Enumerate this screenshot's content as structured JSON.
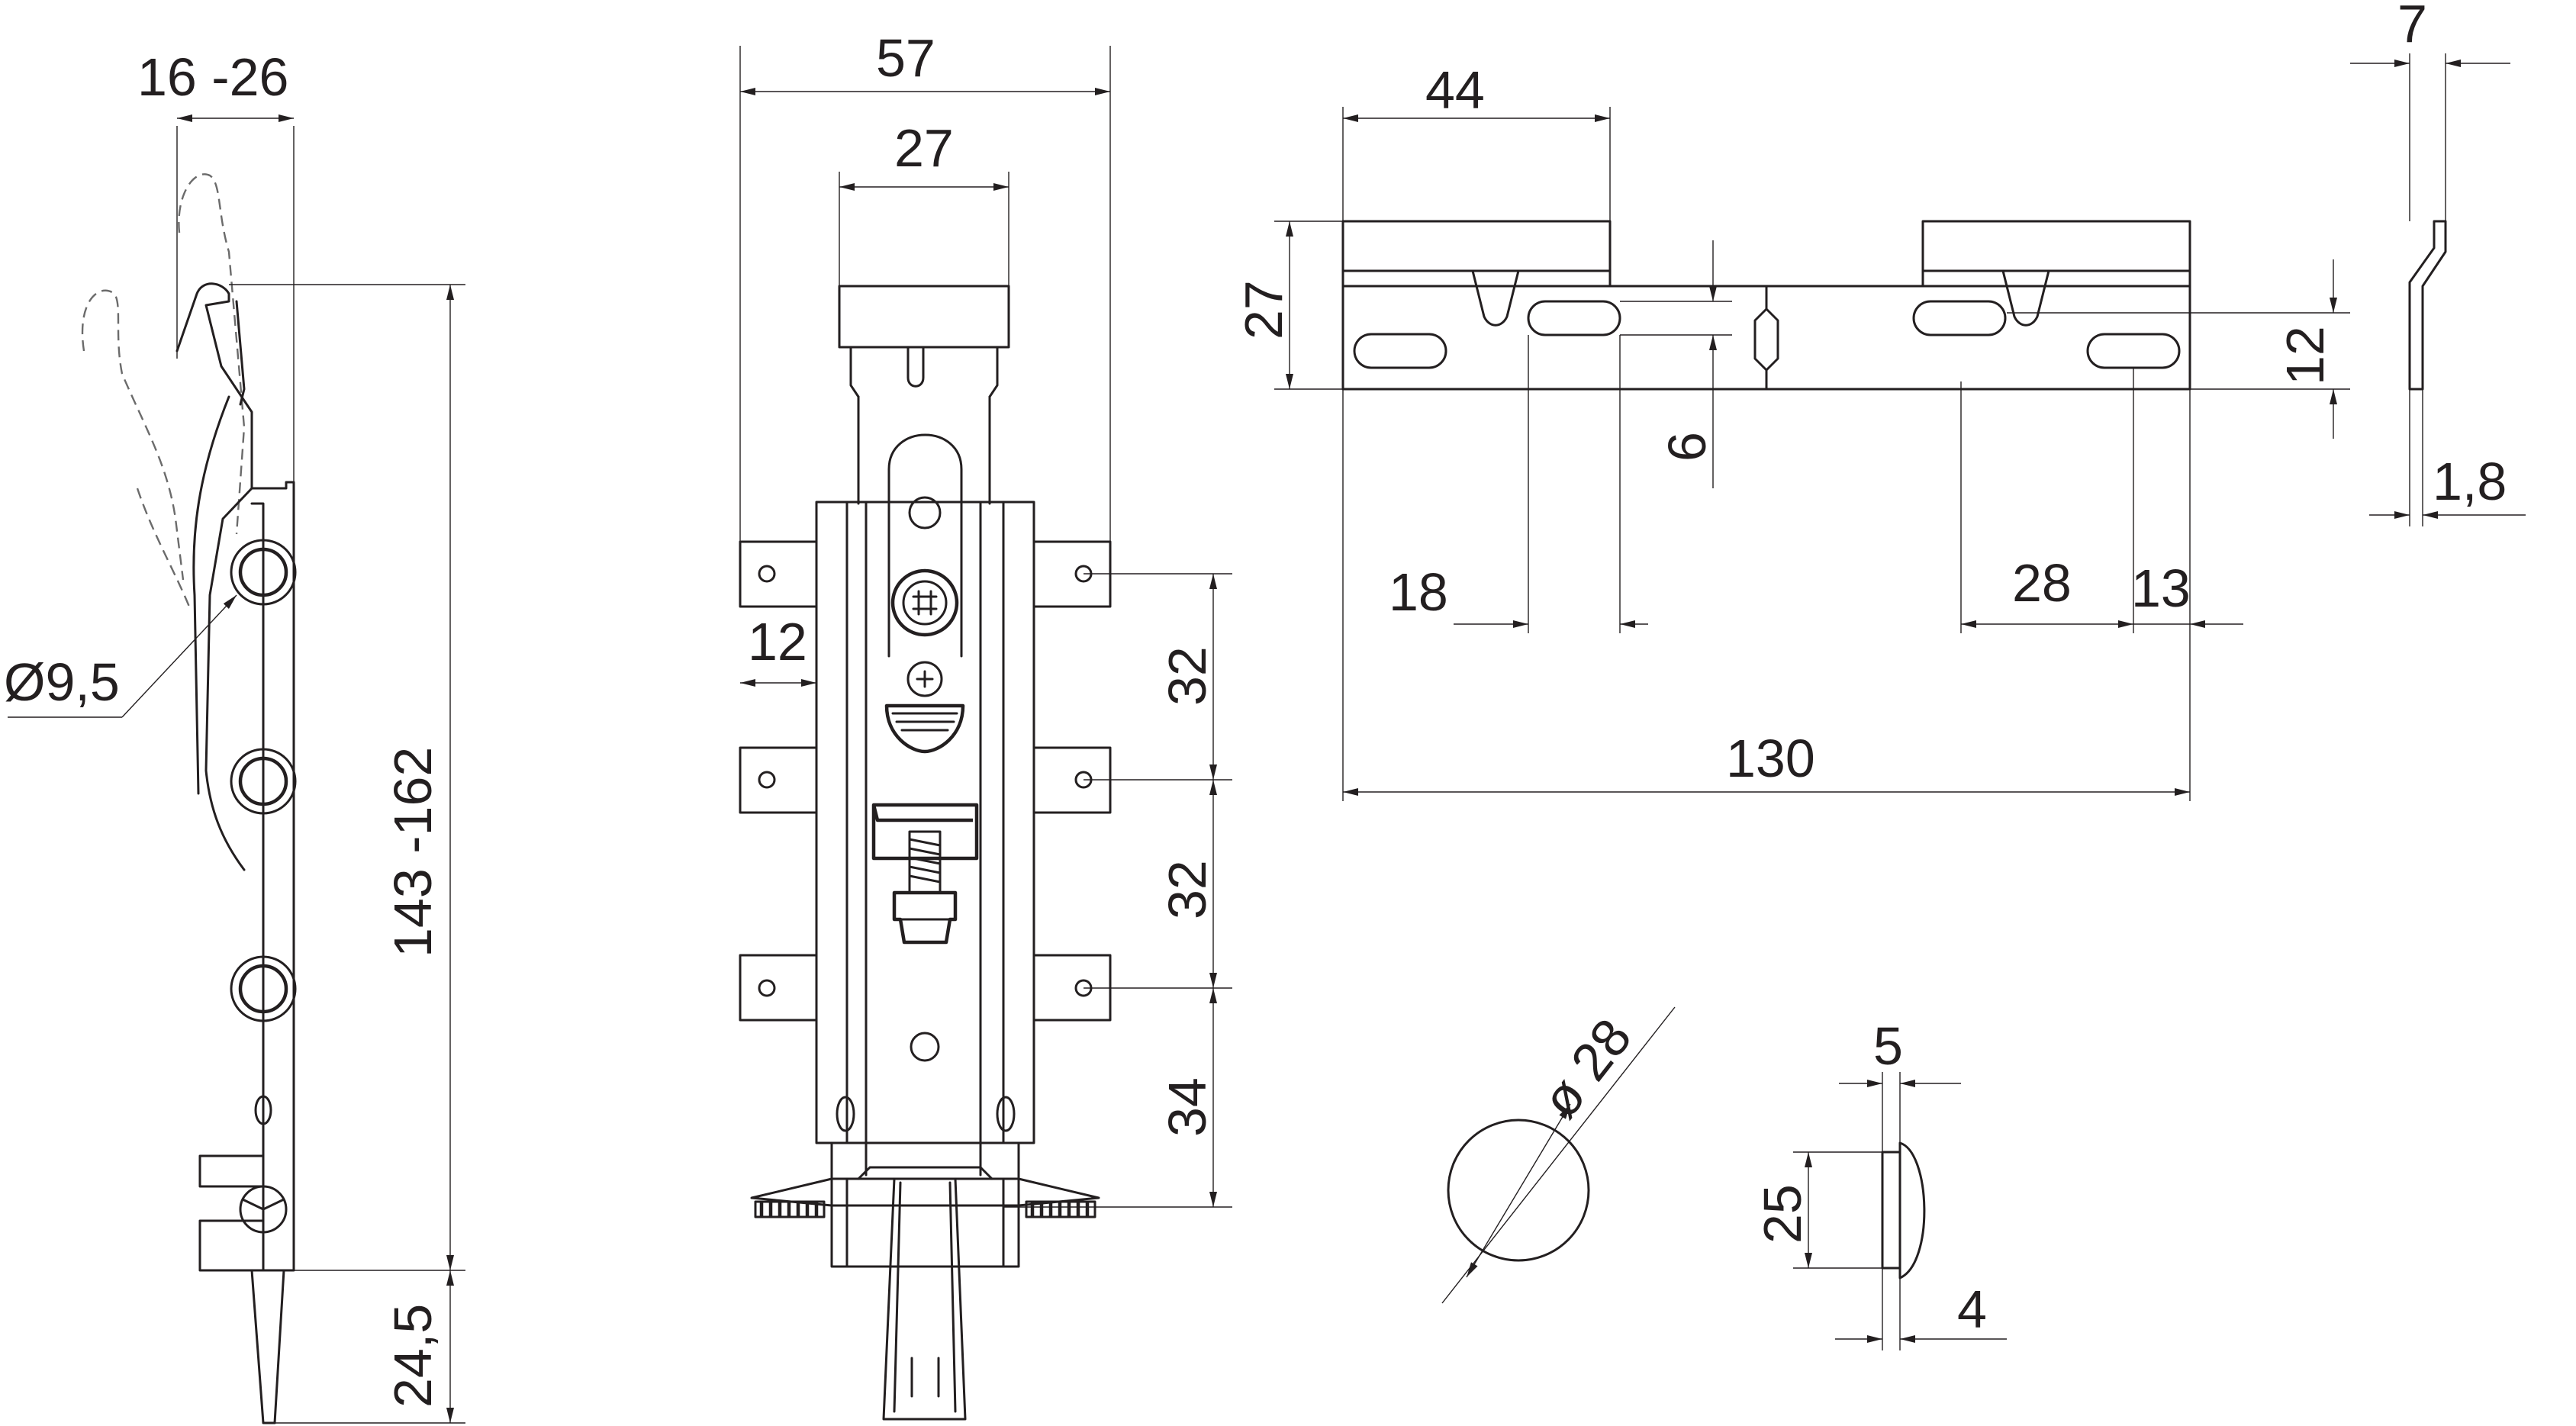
{
  "dimensions": {
    "side_width_range": "16 -26",
    "side_height_range": "143 -162",
    "side_bottom": "24,5",
    "side_hole_diameter": "Ø9,5",
    "front_overall_width": "57",
    "front_head_width": "27",
    "front_tab_width": "12",
    "front_pitch_1": "32",
    "front_pitch_2": "32",
    "front_pitch_3": "34",
    "plate_top_width": "44",
    "plate_height": "27",
    "plate_slot_offset": "6",
    "plate_slot_height": "12",
    "plate_slot_1": "18",
    "plate_slot_2": "28",
    "plate_slot_3": "13",
    "plate_length": "130",
    "profile_width": "7",
    "profile_thickness": "1,8",
    "cap_diameter": "ø 28",
    "cap_top": "5",
    "cap_height": "25",
    "cap_depth": "4"
  }
}
